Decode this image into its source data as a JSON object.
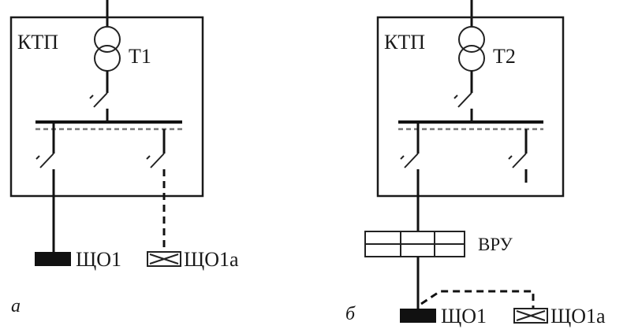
{
  "diagram": {
    "left": {
      "frame_label": "КТП",
      "transformer_label": "Т1",
      "panel_main_label": "ЩО1",
      "panel_backup_label": "ЩО1а",
      "caption": "а"
    },
    "right": {
      "frame_label": "КТП",
      "transformer_label": "Т2",
      "distribution_label": "ВРУ",
      "panel_main_label": "ЩО1",
      "panel_backup_label": "ЩО1а",
      "caption": "б"
    }
  }
}
